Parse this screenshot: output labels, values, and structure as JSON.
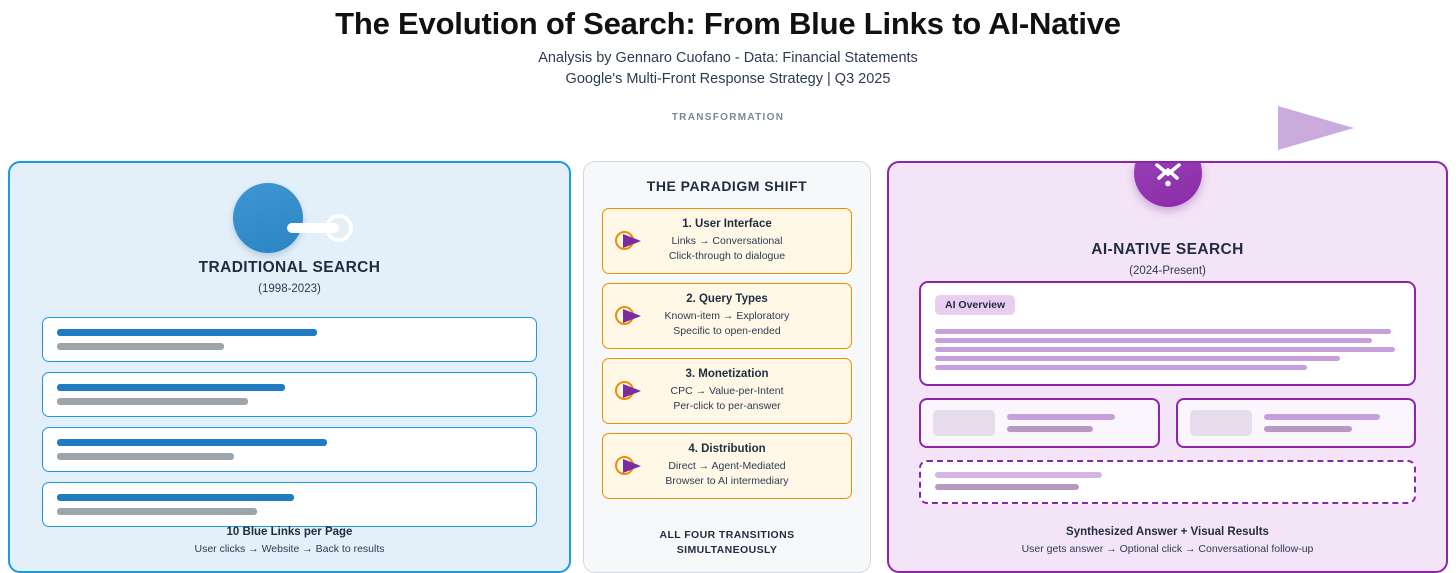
{
  "header": {
    "title": "The Evolution of Search: From Blue Links to AI-Native",
    "subtitle": "Analysis by Gennaro Cuofano - Data: Financial Statements",
    "subtitle2": "Google's Multi-Front Response Strategy | Q3 2025",
    "transformation_label": "TRANSFORMATION"
  },
  "colors": {
    "traditional_accent": "#1a9ae0",
    "traditional_bg": "#e3f0fa",
    "shift_accent": "#f08c00",
    "shift_bg": "#fff8e7",
    "ai_accent": "#8e24aa",
    "ai_bg": "#f4e4f7",
    "arrow": "#cbaadd",
    "link_bar": "#1f7cc0",
    "text_bar": "#9ca5ab"
  },
  "left_panel": {
    "icon": "magnifier-icon",
    "title": "TRADITIONAL SEARCH",
    "era": "(1998-2023)",
    "results": [
      {
        "title_width": "56%",
        "snippet_width": "36%"
      },
      {
        "title_width": "49%",
        "snippet_width": "41%"
      },
      {
        "title_width": "58%",
        "snippet_width": "38%"
      },
      {
        "title_width": "51%",
        "snippet_width": "43%"
      }
    ],
    "footer_strong": "10 Blue Links per Page",
    "footer_sub": "User clicks → Website → Back to results"
  },
  "middle_panel": {
    "title": "THE PARADIGM SHIFT",
    "cards": [
      {
        "icon": "transition-arrow-icon",
        "heading": "1. User Interface",
        "line1": "Links → Conversational",
        "line2": "Click-through to dialogue"
      },
      {
        "icon": "transition-arrow-icon",
        "heading": "2. Query Types",
        "line1": "Known-item → Exploratory",
        "line2": "Specific to open-ended"
      },
      {
        "icon": "transition-arrow-icon",
        "heading": "3. Monetization",
        "line1": "CPC → Value-per-Intent",
        "line2": "Per-click to per-answer"
      },
      {
        "icon": "transition-arrow-icon",
        "heading": "4. Distribution",
        "line1": "Direct → Agent-Mediated",
        "line2": "Browser to AI intermediary"
      }
    ],
    "footer_line1": "ALL FOUR TRANSITIONS",
    "footer_line2": "SIMULTANEOUSLY"
  },
  "right_panel": {
    "icon": "ai-sparkle-icon",
    "title": "AI-NATIVE SEARCH",
    "era": "(2024-Present)",
    "overview_chip": "AI Overview",
    "overview_lines": [
      "98%",
      "94%",
      "99%",
      "87%",
      "80%"
    ],
    "visual_cards": [
      {
        "thumb": "image-placeholder",
        "bar1_width": "78%",
        "bar2_width": "62%"
      },
      {
        "thumb": "image-placeholder",
        "bar1_width": "84%",
        "bar2_width": "64%"
      }
    ],
    "followup": {
      "bar1_width": "36%",
      "bar2_width": "31%"
    },
    "footer_strong": "Synthesized Answer + Visual Results",
    "footer_sub": "User gets answer → Optional click → Conversational follow-up"
  }
}
